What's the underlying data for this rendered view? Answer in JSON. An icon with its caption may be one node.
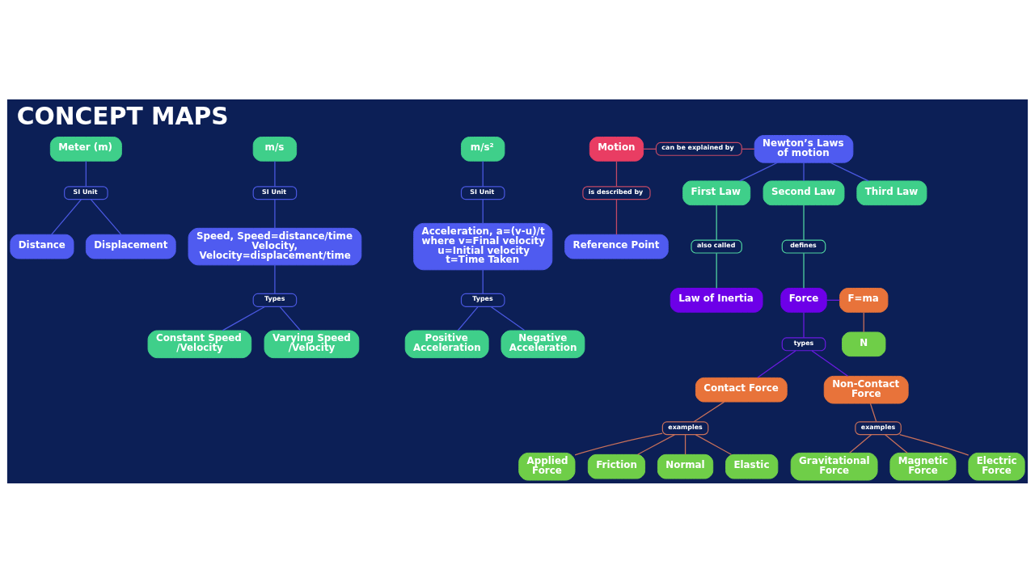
{
  "diagram": {
    "title": "CONCEPT MAPS",
    "nodes": [
      {
        "text": [
          "Meter (m)"
        ]
      },
      {
        "text": [
          "SI Unit"
        ]
      },
      {
        "text": [
          "Distance"
        ]
      },
      {
        "text": [
          "Displacement"
        ]
      },
      {
        "text": [
          "m/s"
        ]
      },
      {
        "text": [
          "SI Unit"
        ]
      },
      {
        "text": [
          "Speed, Speed=distance/time Velocity, Velocity=displacement/time"
        ]
      },
      {
        "text": [
          "Types"
        ]
      },
      {
        "text": [
          "Constant Speed /Velocity"
        ]
      },
      {
        "text": [
          "Varying Speed /Velocity"
        ]
      },
      {
        "text": [
          "m/s²"
        ]
      },
      {
        "text": [
          "SI Unit"
        ]
      },
      {
        "text": [
          "Acceleration, a=(v-u)/t where v=Final velocity u=Initial velocity t=Time Taken"
        ]
      },
      {
        "text": [
          "Types"
        ]
      },
      {
        "text": [
          "Positive Acceleration"
        ]
      },
      {
        "text": [
          "Negative Acceleration"
        ]
      },
      {
        "text": [
          "Motion"
        ]
      },
      {
        "text": [
          "can be explained by"
        ]
      },
      {
        "text": [
          "Newton’s Laws of motion"
        ]
      },
      {
        "text": [
          "is described by"
        ]
      },
      {
        "text": [
          "Reference Point"
        ]
      },
      {
        "text": [
          "First Law"
        ]
      },
      {
        "text": [
          "Second Law"
        ]
      },
      {
        "text": [
          "Third Law"
        ]
      },
      {
        "text": [
          "also called"
        ]
      },
      {
        "text": [
          "defines"
        ]
      },
      {
        "text": [
          "Law of Inertia"
        ]
      },
      {
        "text": [
          "Force"
        ]
      },
      {
        "text": [
          "F=ma"
        ]
      },
      {
        "text": [
          "N"
        ]
      },
      {
        "text": [
          "types"
        ]
      },
      {
        "text": [
          "Contact Force"
        ]
      },
      {
        "text": [
          "Non-Contact Force"
        ]
      },
      {
        "text": [
          "examples"
        ]
      },
      {
        "text": [
          "examples"
        ]
      },
      {
        "text": [
          "Applied Force"
        ]
      },
      {
        "text": [
          "Friction"
        ]
      },
      {
        "text": [
          "Normal"
        ]
      },
      {
        "text": [
          "Gravitational Force"
        ]
      },
      {
        "text": [
          "Magnetic Force"
        ]
      },
      {
        "text": [
          "Elastic"
        ]
      },
      {
        "text": [
          "Electric Force"
        ]
      }
    ],
    "edges": [
      {
        "from": 0,
        "to": 1,
        "arrow": "none"
      },
      {
        "from": 1,
        "to": 2,
        "arrow": "none"
      },
      {
        "from": 1,
        "to": 3,
        "arrow": "none"
      },
      {
        "from": 4,
        "to": 5,
        "arrow": "none"
      },
      {
        "from": 5,
        "to": 6,
        "arrow": "none"
      },
      {
        "from": 6,
        "to": 7,
        "arrow": "none"
      },
      {
        "from": 7,
        "to": 8,
        "arrow": "none"
      },
      {
        "from": 7,
        "to": 9,
        "arrow": "none"
      },
      {
        "from": 10,
        "to": 11,
        "arrow": "none"
      },
      {
        "from": 11,
        "to": 12,
        "arrow": "none"
      },
      {
        "from": 12,
        "to": 13,
        "arrow": "none"
      },
      {
        "from": 13,
        "to": 14,
        "arrow": "none"
      },
      {
        "from": 13,
        "to": 15,
        "arrow": "none"
      },
      {
        "from": 16,
        "to": 17,
        "arrow": "none",
        "color": "#c24a66"
      },
      {
        "from": 17,
        "to": 18,
        "arrow": "none",
        "color": "#c24a66"
      },
      {
        "from": 16,
        "to": 19,
        "arrow": "none",
        "color": "#c24a66"
      },
      {
        "from": 19,
        "to": 20,
        "arrow": "none",
        "color": "#c24a66"
      },
      {
        "from": 18,
        "to": 21,
        "arrow": "none"
      },
      {
        "from": 18,
        "to": 22,
        "arrow": "none"
      },
      {
        "from": 18,
        "to": 23,
        "arrow": "none"
      },
      {
        "from": 21,
        "to": 24,
        "arrow": "none",
        "color": "#4fd3a0"
      },
      {
        "from": 24,
        "to": 26,
        "arrow": "none",
        "color": "#4fd3a0"
      },
      {
        "from": 22,
        "to": 25,
        "arrow": "none",
        "color": "#4fd3a0"
      },
      {
        "from": 25,
        "to": 27,
        "arrow": "none",
        "color": "#4fd3a0"
      },
      {
        "from": 27,
        "to": 28,
        "arrow": "none",
        "color": "#6a1be0"
      },
      {
        "from": 28,
        "to": 29,
        "arrow": "none",
        "color": "#c8705a"
      },
      {
        "from": 27,
        "to": 30,
        "arrow": "none",
        "color": "#6a1be0"
      },
      {
        "from": 30,
        "to": 31,
        "arrow": "none",
        "color": "#6a1be0"
      },
      {
        "from": 30,
        "to": 32,
        "arrow": "none",
        "color": "#6a1be0"
      },
      {
        "from": 31,
        "to": 33,
        "arrow": "none",
        "color": "#c8705a"
      },
      {
        "from": 33,
        "to": 35,
        "arrow": "none",
        "color": "#c8705a"
      },
      {
        "from": 33,
        "to": 36,
        "arrow": "none",
        "color": "#c8705a"
      },
      {
        "from": 33,
        "to": 37,
        "arrow": "none",
        "color": "#c8705a"
      },
      {
        "from": 33,
        "to": 40,
        "arrow": "none",
        "color": "#c8705a"
      },
      {
        "from": 32,
        "to": 34,
        "arrow": "none",
        "color": "#c8705a"
      },
      {
        "from": 34,
        "to": 38,
        "arrow": "none",
        "color": "#c8705a"
      },
      {
        "from": 34,
        "to": 39,
        "arrow": "none",
        "color": "#c8705a"
      },
      {
        "from": 34,
        "to": 41,
        "arrow": "none",
        "color": "#c8705a"
      }
    ]
  }
}
